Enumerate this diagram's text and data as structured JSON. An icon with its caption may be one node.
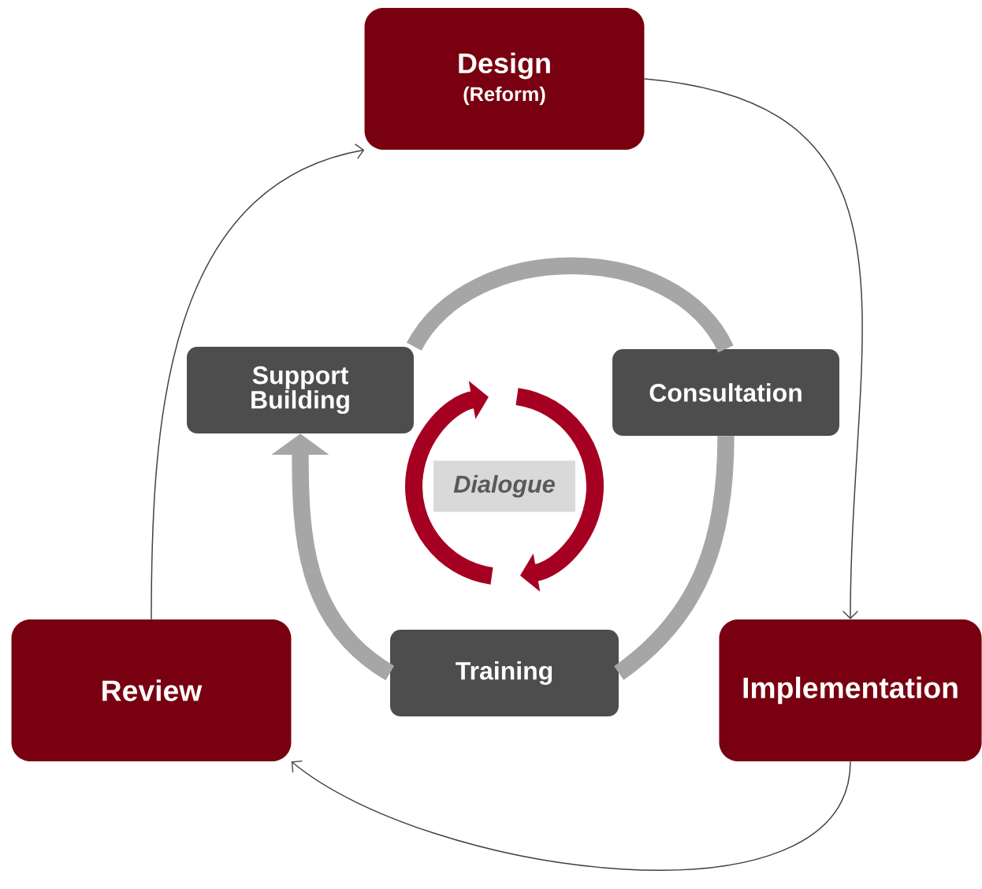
{
  "diagram": {
    "nodes": [
      {
        "text": [
          "Design",
          "(Reform)"
        ]
      },
      {
        "text": [
          "Implementation"
        ]
      },
      {
        "text": [
          "Review"
        ]
      },
      {
        "text": [
          "Consultation"
        ]
      },
      {
        "text": [
          "Training"
        ]
      },
      {
        "text": [
          "Support Building"
        ]
      },
      {
        "text": [
          "Dialogue"
        ]
      }
    ],
    "edges": [
      {
        "from": 0,
        "to": 1,
        "arrow": "to"
      },
      {
        "from": 1,
        "to": 2,
        "arrow": "to"
      },
      {
        "from": 2,
        "to": 0,
        "arrow": "to"
      },
      {
        "from": 5,
        "to": 3,
        "arrow": "none",
        "style": "thick",
        "color": "#a6a6a6"
      },
      {
        "from": 3,
        "to": 4,
        "arrow": "none",
        "style": "thick",
        "color": "#a6a6a6"
      },
      {
        "from": 4,
        "to": 5,
        "arrow": "to",
        "style": "thick",
        "color": "#a6a6a6"
      }
    ]
  }
}
